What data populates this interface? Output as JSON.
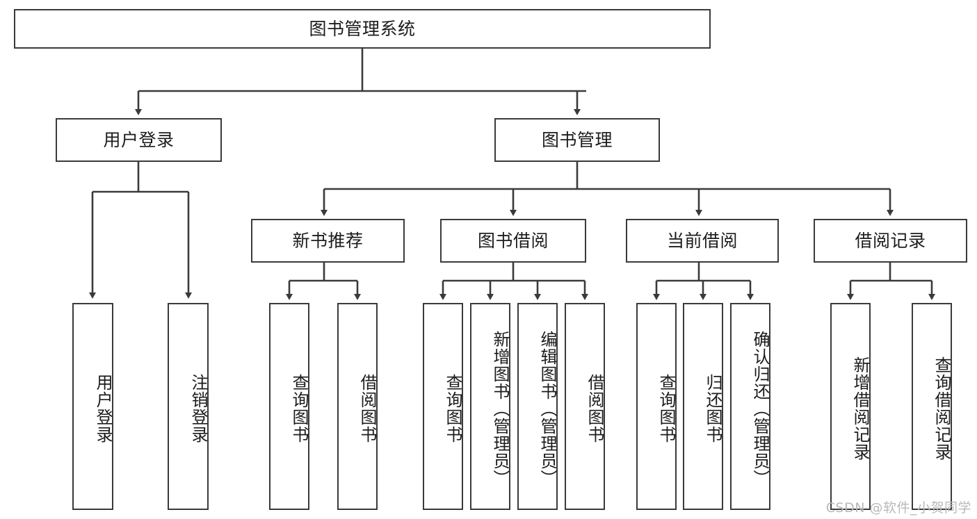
{
  "diagram": {
    "type": "tree-hierarchy-chart",
    "title_node": {
      "label": "图书管理系统"
    },
    "level1": [
      {
        "id": "user-login",
        "label": "用户登录"
      },
      {
        "id": "book-management",
        "label": "图书管理"
      }
    ],
    "level2": [
      {
        "id": "new-book-recommend",
        "label": "新书推荐",
        "parent": "book-management"
      },
      {
        "id": "book-borrow",
        "label": "图书借阅",
        "parent": "book-management"
      },
      {
        "id": "current-borrow",
        "label": "当前借阅",
        "parent": "book-management"
      },
      {
        "id": "borrow-record",
        "label": "借阅记录",
        "parent": "book-management"
      }
    ],
    "leaves": {
      "user_login": [
        {
          "id": "leaf-user-login",
          "label": "用户登录"
        },
        {
          "id": "leaf-logout-login",
          "label": "注销登录"
        }
      ],
      "new_book_recommend": [
        {
          "id": "leaf-query-book-1",
          "label": "查询图书"
        },
        {
          "id": "leaf-borrow-book-1",
          "label": "借阅图书"
        }
      ],
      "book_borrow": [
        {
          "id": "leaf-query-book-2",
          "label": "查询图书"
        },
        {
          "id": "leaf-add-book",
          "label": "新增图书（管理员）"
        },
        {
          "id": "leaf-edit-book",
          "label": "编辑图书（管理员）"
        },
        {
          "id": "leaf-borrow-book-2",
          "label": "借阅图书"
        }
      ],
      "current_borrow": [
        {
          "id": "leaf-query-book-3",
          "label": "查询图书"
        },
        {
          "id": "leaf-return-book",
          "label": "归还图书"
        },
        {
          "id": "leaf-confirm-return",
          "label": "确认归还（管理员）"
        }
      ],
      "borrow_record": [
        {
          "id": "leaf-add-borrow-record",
          "label": "新增借阅记录"
        },
        {
          "id": "leaf-query-borrow-record",
          "label": "查询借阅记录"
        }
      ]
    },
    "colors": {
      "stroke": "#3a3a3a",
      "fill": "#ffffff",
      "text": "#1c1c1c",
      "watermark": "#b9b9b9"
    }
  },
  "watermark": {
    "text": "CSDN @软件_小贺同学"
  }
}
